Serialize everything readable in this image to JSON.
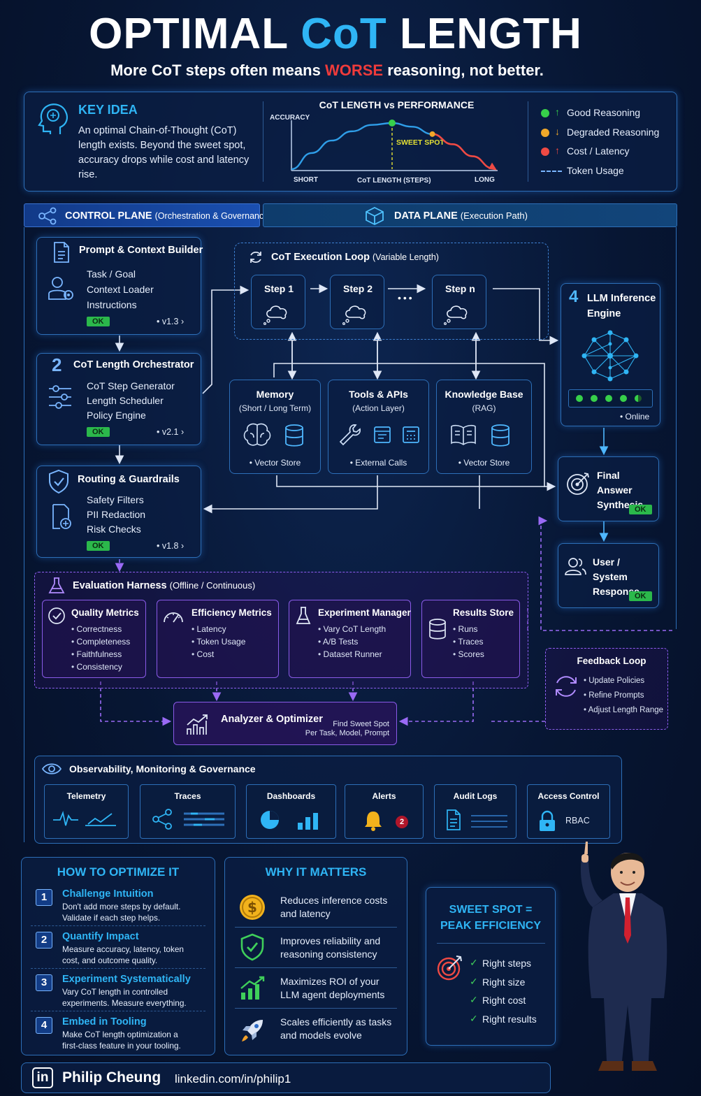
{
  "header": {
    "title_a": "OPTIMAL ",
    "title_b": "CoT",
    "title_c": " LENGTH",
    "sub_a": "More CoT steps often means ",
    "sub_b": "WORSE",
    "sub_c": " reasoning, not better."
  },
  "key_idea": {
    "title": "KEY IDEA",
    "text": "An optimal Chain-of-Thought (CoT) length exists. Beyond the sweet spot, accuracy drops while cost and latency rise."
  },
  "chart_data": {
    "type": "line",
    "title": "CoT LENGTH vs PERFORMANCE",
    "ylabel": "ACCURACY",
    "xlabel": "CoT LENGTH (STEPS)",
    "x_start": "SHORT",
    "x_end": "LONG",
    "annotation": "SWEET SPOT",
    "curve": [
      [
        0,
        0.0
      ],
      [
        0.1,
        0.35
      ],
      [
        0.2,
        0.62
      ],
      [
        0.3,
        0.82
      ],
      [
        0.4,
        0.96
      ],
      [
        0.5,
        1.0
      ],
      [
        0.6,
        0.92
      ],
      [
        0.7,
        0.76
      ],
      [
        0.8,
        0.54
      ],
      [
        0.9,
        0.28
      ],
      [
        1.0,
        0.02
      ]
    ],
    "sweet_spot": 0.5
  },
  "legend": [
    {
      "label": "Good Reasoning",
      "dot": "#37d04a",
      "arrow": "↑",
      "arrow_color": "#37d04a"
    },
    {
      "label": "Degraded Reasoning",
      "dot": "#f0a82a",
      "arrow": "↓",
      "arrow_color": "#f0a82a"
    },
    {
      "label": "Cost / Latency",
      "dot": "#ef4a44",
      "arrow": "↑",
      "arrow_color": "#ef4a44"
    },
    {
      "label": "Token Usage",
      "dot": "",
      "arrow": "",
      "arrow_color": ""
    }
  ],
  "planes": {
    "control": "CONTROL PLANE",
    "control_sub": "(Orchestration & Governance)",
    "data": "DATA PLANE",
    "data_sub": "(Execution Path)"
  },
  "prompt_builder": {
    "title": "Prompt & Context Builder",
    "items": [
      "Task / Goal",
      "Context Loader",
      "Instructions"
    ],
    "status": "OK",
    "version": "• v1.3 ›"
  },
  "orchestrator": {
    "num": "2",
    "title": "CoT Length Orchestrator",
    "items": [
      "CoT Step Generator",
      "Length Scheduler",
      "Policy Engine"
    ],
    "status": "OK",
    "version": "• v2.1 ›"
  },
  "routing": {
    "title": "Routing & Guardrails",
    "items": [
      "Safety Filters",
      "PII Redaction",
      "Risk Checks"
    ],
    "status": "OK",
    "version": "• v1.8 ›"
  },
  "loop": {
    "title": "CoT Execution Loop",
    "sub": "(Variable Length)",
    "steps": [
      "Step 1",
      "Step 2",
      "Step n"
    ],
    "dots": "•••"
  },
  "memory": {
    "title": "Memory",
    "sub": "(Short / Long Term)",
    "foot": "• Vector Store"
  },
  "tools": {
    "title": "Tools & APIs",
    "sub": "(Action Layer)",
    "foot": "• External Calls"
  },
  "kb": {
    "title": "Knowledge Base",
    "sub": "(RAG)",
    "foot": "• Vector Store"
  },
  "llm": {
    "num": "4",
    "title": "LLM Inference Engine",
    "status": "• Online"
  },
  "final": {
    "title": "Final Answer Synthesis",
    "status": "OK"
  },
  "response": {
    "title": "User / System Response",
    "status": "OK"
  },
  "eval": {
    "title": "Evaluation Harness",
    "sub": "(Offline / Continuous)",
    "cards": [
      {
        "title": "Quality Metrics",
        "items": [
          "Correctness",
          "Completeness",
          "Faithfulness",
          "Consistency"
        ]
      },
      {
        "title": "Efficiency Metrics",
        "items": [
          "Latency",
          "Token Usage",
          "Cost"
        ]
      },
      {
        "title": "Experiment Manager",
        "items": [
          "Vary CoT Length",
          "A/B Tests",
          "Dataset Runner"
        ]
      },
      {
        "title": "Results Store",
        "items": [
          "Runs",
          "Traces",
          "Scores"
        ]
      }
    ]
  },
  "feedback": {
    "title": "Feedback Loop",
    "items": [
      "Update Policies",
      "Refine Prompts",
      "Adjust Length Range"
    ]
  },
  "analyzer": {
    "title": "Analyzer & Optimizer",
    "l1": "Find Sweet Spot",
    "l2": "Per Task, Model, Prompt"
  },
  "obs": {
    "title": "Observability, Monitoring & Governance",
    "cards": [
      "Telemetry",
      "Traces",
      "Dashboards",
      "Alerts",
      "Audit Logs",
      "Access Control"
    ],
    "alert_count": "2",
    "rbac": "RBAC"
  },
  "how": {
    "title": "HOW TO OPTIMIZE IT",
    "items": [
      {
        "n": "1",
        "t": "Challenge Intuition",
        "d": "Don't add more steps by default. Validate if each step helps."
      },
      {
        "n": "2",
        "t": "Quantify Impact",
        "d": "Measure accuracy, latency, token cost, and outcome quality."
      },
      {
        "n": "3",
        "t": "Experiment Systematically",
        "d": "Vary CoT length in controlled experiments. Measure everything."
      },
      {
        "n": "4",
        "t": "Embed in Tooling",
        "d": "Make CoT length optimization a first-class feature in your tooling."
      }
    ]
  },
  "why": {
    "title": "WHY IT MATTERS",
    "items": [
      "Reduces inference costs and latency",
      "Improves reliability and reasoning consistency",
      "Maximizes ROI of your LLM agent deployments",
      "Scales efficiently as tasks and models evolve"
    ]
  },
  "sweet": {
    "title": "SWEET SPOT = PEAK EFFICIENCY",
    "items": [
      "Right steps",
      "Right size",
      "Right cost",
      "Right results"
    ]
  },
  "footer": {
    "name": "Philip Cheung",
    "link": "linkedin.com/in/philip1",
    "in": "in"
  },
  "colors": {
    "accent": "#2fb5f5",
    "worse": "#ef3b3b",
    "purple": "#8a5be8",
    "green": "#2bb84b"
  }
}
